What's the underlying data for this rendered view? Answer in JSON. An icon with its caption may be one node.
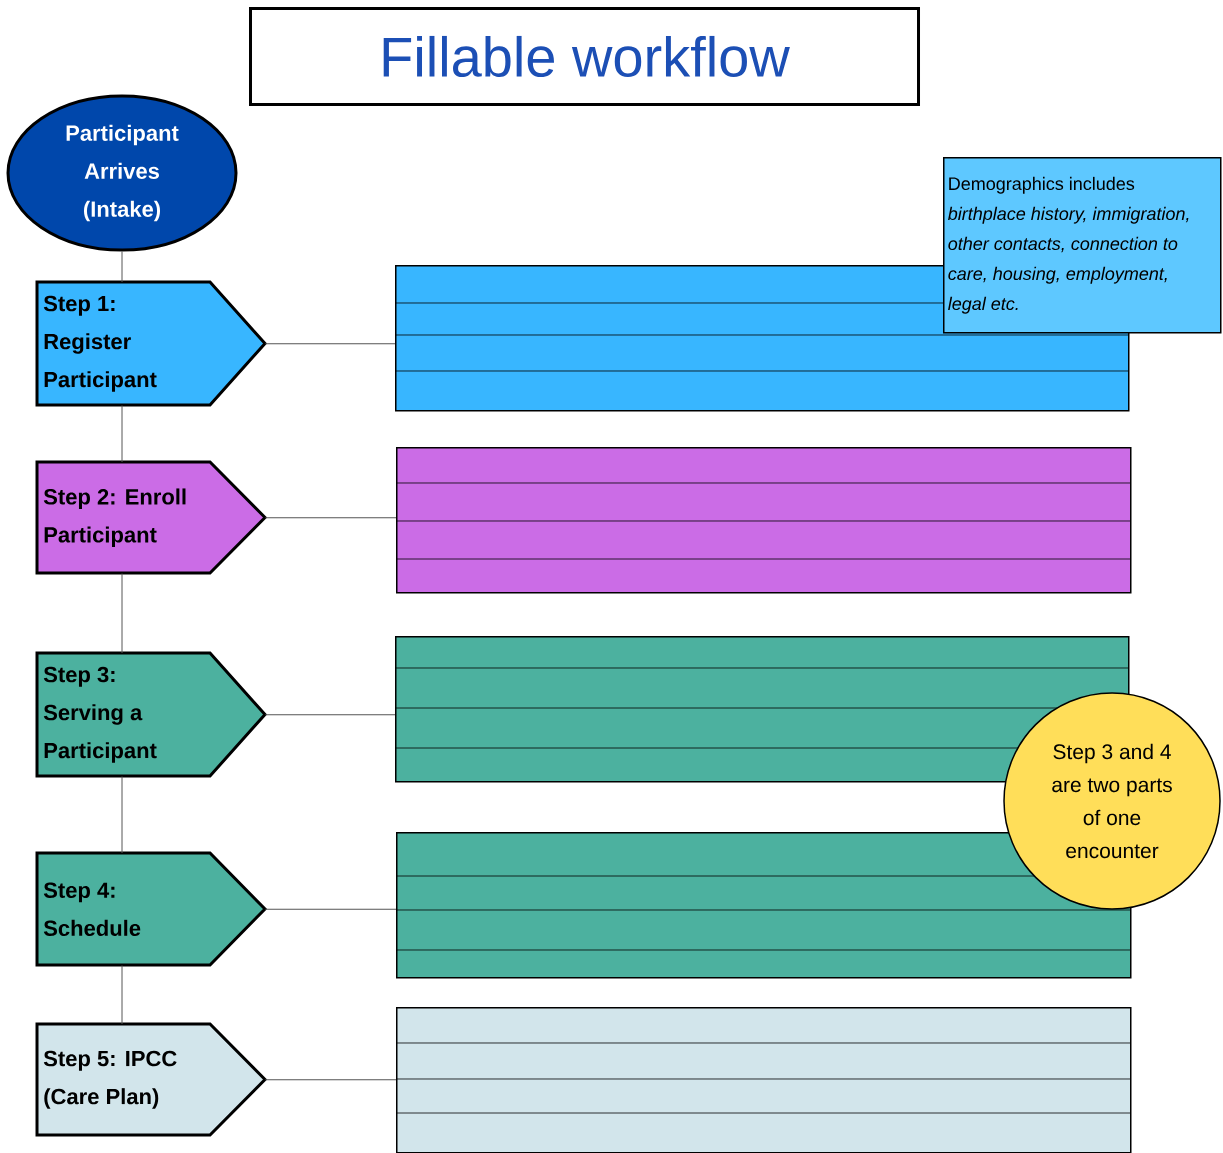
{
  "diagram": {
    "title": "Fillable workflow",
    "nodes": [
      {
        "text": [
          "Participant Arrives (Intake)"
        ]
      },
      {
        "text": [
          "Step 1: Register Participant"
        ]
      },
      {
        "text": [
          "Step 2: Enroll Participant"
        ]
      },
      {
        "text": [
          "Step 3: Serving a Participant"
        ]
      },
      {
        "text": [
          "Step 4: Schedule"
        ]
      },
      {
        "text": [
          "Step 5: IPCC (Care Plan)"
        ]
      },
      {
        "text": [],
        "shape": "box"
      },
      {
        "text": [],
        "shape": "box"
      },
      {
        "text": [],
        "shape": "box"
      },
      {
        "text": [],
        "shape": "box"
      },
      {
        "text": [],
        "shape": "box"
      },
      {
        "text": [
          "Demographics includes *birthplace history, immigration, other contacts, connection to care, housing, employment, legal etc.*"
        ]
      },
      {
        "text": [
          "Step 3 and 4 are two parts of one encounter"
        ]
      }
    ],
    "edges": [
      {
        "from": 0,
        "to": 1,
        "arrow": "none"
      },
      {
        "from": 1,
        "to": 2,
        "arrow": "none"
      },
      {
        "from": 2,
        "to": 3,
        "arrow": "none"
      },
      {
        "from": 3,
        "to": 4,
        "arrow": "none"
      },
      {
        "from": 4,
        "to": 5,
        "arrow": "none"
      },
      {
        "from": 1,
        "to": 6,
        "arrow": "none"
      },
      {
        "from": 2,
        "to": 7,
        "arrow": "none"
      },
      {
        "from": 3,
        "to": 8,
        "arrow": "none"
      },
      {
        "from": 4,
        "to": 9,
        "arrow": "none"
      },
      {
        "from": 5,
        "to": 10,
        "arrow": "none"
      }
    ]
  }
}
